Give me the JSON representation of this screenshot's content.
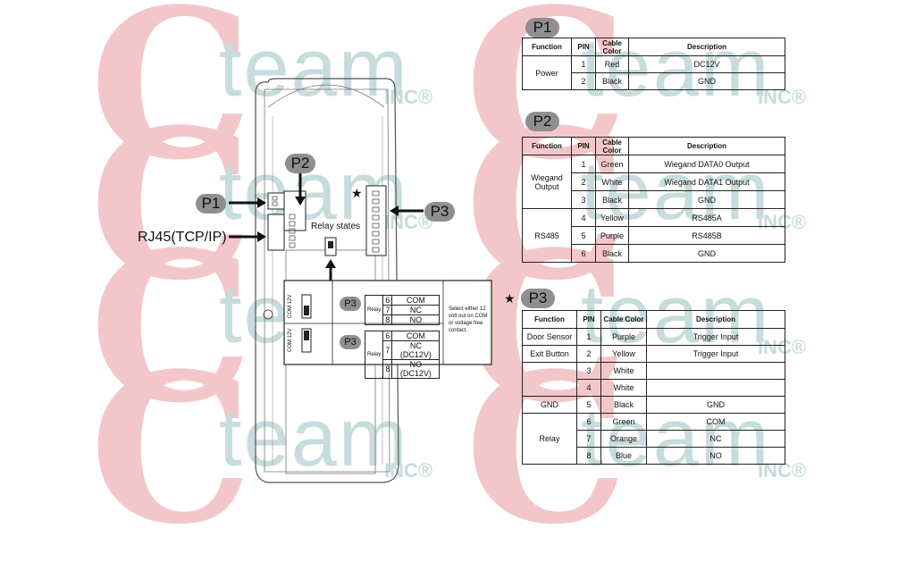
{
  "watermark": {
    "brand_letter": "C",
    "word": "team",
    "suffix": "INC®"
  },
  "diagram": {
    "labels": {
      "p1": "P1",
      "p2": "P2",
      "p3": "P3",
      "rj45": "RJ45(TCP/IP)",
      "relay_states": "Relay states",
      "star": "★"
    },
    "inset": {
      "top": {
        "tag": "P3",
        "voltage": "COM 12V",
        "relay": "Relay",
        "rows": [
          {
            "pin": "6",
            "name": "COM"
          },
          {
            "pin": "7",
            "name": "NC"
          },
          {
            "pin": "8",
            "name": "NO"
          }
        ]
      },
      "bottom": {
        "tag": "P3",
        "voltage": "COM 12V",
        "relay": "Relay",
        "rows": [
          {
            "pin": "6",
            "name": "COM"
          },
          {
            "pin": "7",
            "name": "NC (DC12V)"
          },
          {
            "pin": "8",
            "name": "NO (DC12V)"
          }
        ]
      },
      "note": "Select either 12 volt out on COM or voltage free contact."
    }
  },
  "tables": {
    "headers": {
      "function": "Function",
      "pin": "PIN",
      "cable": "Cable Color",
      "desc": "Description"
    },
    "p1": {
      "title": "P1",
      "rows": [
        {
          "function": "Power",
          "pin": "1",
          "color": "Red",
          "desc": "DC12V"
        },
        {
          "function": "",
          "pin": "2",
          "color": "Black",
          "desc": "GND"
        }
      ]
    },
    "p2": {
      "title": "P2",
      "groups": {
        "wiegand": "Wiegand Output",
        "rs485": "RS485"
      },
      "rows": [
        {
          "pin": "1",
          "color": "Green",
          "desc": "Wiegand DATA0 Output"
        },
        {
          "pin": "2",
          "color": "White",
          "desc": "Wiegand DATA1 Output"
        },
        {
          "pin": "3",
          "color": "Black",
          "desc": "GND"
        },
        {
          "pin": "4",
          "color": "Yellow",
          "desc": "RS485A"
        },
        {
          "pin": "5",
          "color": "Purple",
          "desc": "RS485B"
        },
        {
          "pin": "6",
          "color": "Black",
          "desc": "GND"
        }
      ]
    },
    "p3": {
      "title": "P3",
      "star": "★",
      "rows": [
        {
          "function": "Door Sensor",
          "pin": "1",
          "color": "Purple",
          "desc": "Trigger Input"
        },
        {
          "function": "Exit Button",
          "pin": "2",
          "color": "Yellow",
          "desc": "Trigger Input"
        },
        {
          "function": "",
          "pin": "3",
          "color": "White",
          "desc": ""
        },
        {
          "function": "",
          "pin": "4",
          "color": "White",
          "desc": ""
        },
        {
          "function": "GND",
          "pin": "5",
          "color": "Black",
          "desc": "GND"
        },
        {
          "function": "Relay",
          "pin": "6",
          "color": "Green",
          "desc": "COM"
        },
        {
          "function": "",
          "pin": "7",
          "color": "Orange",
          "desc": "NC"
        },
        {
          "function": "",
          "pin": "8",
          "color": "Blue",
          "desc": "NO"
        }
      ]
    }
  }
}
